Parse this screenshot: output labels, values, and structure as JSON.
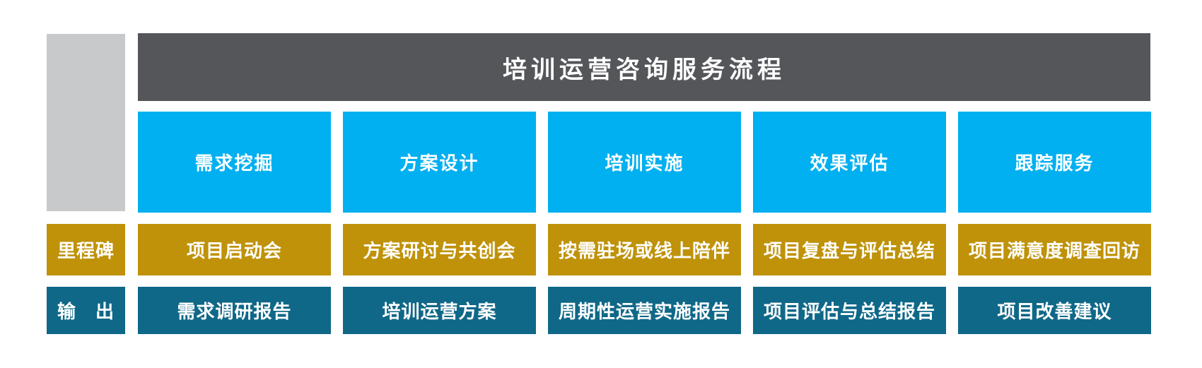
{
  "title": "培训运营咨询服务流程",
  "row_labels": {
    "milestone": "里程碑",
    "output": "输　出"
  },
  "columns": [
    {
      "stage": "需求挖掘",
      "milestone": "项目启动会",
      "output": "需求调研报告"
    },
    {
      "stage": "方案设计",
      "milestone": "方案研讨与共创会",
      "output": "培训运营方案"
    },
    {
      "stage": "培训实施",
      "milestone": "按需驻场或线上陪伴",
      "output": "周期性运营实施报告"
    },
    {
      "stage": "效果评估",
      "milestone": "项目复盘与评估总结",
      "output": "项目评估与总结报告"
    },
    {
      "stage": "跟踪服务",
      "milestone": "项目满意度调查回访",
      "output": "项目改善建议"
    }
  ],
  "colors": {
    "header_bg": "#54565A",
    "gray_bar": "#C8C9CB",
    "stage_blue": "#00B0F0",
    "milestone_gold": "#BF9209",
    "output_teal": "#0F6888",
    "text": "#FFFFFF",
    "page_bg": "#FFFFFF"
  }
}
